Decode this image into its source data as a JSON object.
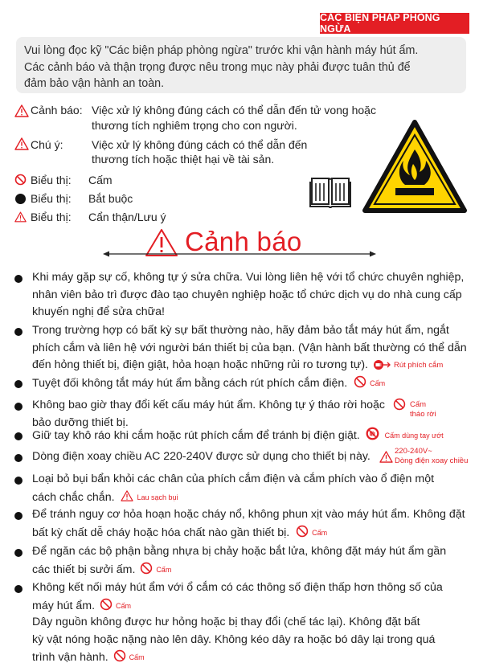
{
  "header": {
    "title": "CÁC BIỆN PHÁP PHÒNG NGỪA"
  },
  "intro": {
    "lines": [
      "Vui lòng đọc kỹ \"Các biện pháp phòng ngừa\" trước khi vận hành máy hút ẩm.",
      "Các cảnh báo và thận trọng được nêu trong mục này phải được tuân thủ để",
      "đảm bảo vận hành an toàn."
    ]
  },
  "definitions": {
    "warning": {
      "label": "Cảnh báo:",
      "line1": "Việc xử lý không đúng cách có thể dẫn đến tử vong hoặc",
      "line2": "thương tích nghiêm trọng cho con người."
    },
    "caution": {
      "label": "Chú ý:",
      "line1": "Việc xử lý không đúng cách có thể dẫn đến",
      "line2": "thương tích hoặc thiệt hại về tài sản."
    },
    "prohibit": {
      "label": "Biểu thị:",
      "meaning": "Cấm"
    },
    "mandatory": {
      "label": "Biểu thị:",
      "meaning": "Bắt buộc"
    },
    "attention": {
      "label": "Biểu thị:",
      "meaning": "Cẩn thận/Lưu ý"
    }
  },
  "section": {
    "title": "Cảnh báo"
  },
  "items": [
    {
      "lines": [
        "Khi máy gặp sự cố, không tự ý sửa chữa. Vui lòng liên hệ với tổ chức chuyên nghiệp,",
        "nhân viên bảo trì được đào tạo chuyên nghiệp hoặc tổ chức dịch vụ do nhà cung cấp",
        "khuyến nghị để sửa chữa!"
      ]
    },
    {
      "lines": [
        "Trong trường hợp có bất kỳ sự bất thường nào, hãy đảm bảo tắt máy hút ẩm, ngắt",
        "phích cắm và liên hệ với người bán thiết bị của bạn. (Vận hành bất thường có thể dẫn",
        "đến hỏng thiết bị, điện giật, hỏa hoạn hoặc những rủi ro tương tự)."
      ],
      "tag": "Rút phích cắm"
    },
    {
      "lines": [
        "Tuyệt đối không tắt máy hút ẩm bằng cách rút phích cắm điện."
      ],
      "tag": "Cấm"
    },
    {
      "lines": [
        "Không bao giờ thay đổi kết cấu máy hút ẩm. Không tự ý tháo rời hoặc",
        "bảo dưỡng thiết bị."
      ],
      "tag_lines": [
        "Cấm",
        "tháo rời"
      ]
    },
    {
      "lines": [
        "Giữ tay khô ráo khi cắm hoặc rút phích cắm để tránh bị điện giật."
      ],
      "tag": "Cấm dùng tay ướt"
    },
    {
      "lines": [
        "Dòng điện xoay chiều AC 220-240V được sử dụng cho thiết bị này."
      ],
      "tag_lines": [
        "220-240V~",
        "Dòng điện xoay chiều"
      ]
    },
    {
      "lines": [
        "Loại bỏ bụi bẩn khỏi các chân của phích cắm điện và cắm phích vào ổ điện một",
        "cách chắc chắn."
      ],
      "tag": "Lau sạch bụi"
    },
    {
      "lines": [
        "Để tránh nguy cơ hỏa hoạn hoặc cháy nổ, không phun xịt vào máy hút ẩm. Không đặt",
        "bất kỳ chất dễ cháy hoặc hóa chất nào gần thiết bị."
      ],
      "tag": "Cấm"
    },
    {
      "lines": [
        "Để ngăn các bộ phận bằng nhựa bị chảy hoặc bắt lửa, không đặt máy hút ẩm gần",
        "các thiết bị sưởi ấm."
      ],
      "tag": "Cấm"
    },
    {
      "lines": [
        "Không kết nối máy hút ẩm với ổ cắm có các thông số điện thấp hơn thông số của",
        "máy hút ẩm."
      ],
      "tag": "Cấm"
    }
  ],
  "cont": {
    "lines": [
      "Dây nguồn không được hư hỏng hoặc bị thay đổi (chế tác lại). Không đặt bất",
      "kỳ vật nóng hoặc nặng nào lên dây. Không kéo dây ra hoặc bó dây lại trong quá",
      "trình vận hành."
    ],
    "tag": "Cấm"
  },
  "colors": {
    "accent": "#e31e24",
    "warning_yellow": "#ffd400",
    "intro_bg": "#eeeeee"
  },
  "icons": [
    "warning-triangle-icon",
    "prohibit-icon",
    "mandatory-icon",
    "manual-book-icon",
    "flammable-hazard-icon",
    "unplug-icon",
    "wet-hand-prohibit-icon"
  ]
}
